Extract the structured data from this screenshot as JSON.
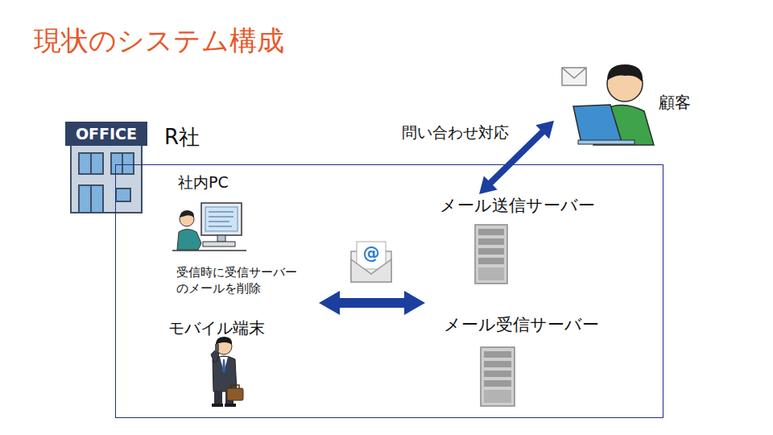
{
  "diagram": {
    "title": "現状のシステム構成",
    "nodes": [
      {
        "text": [
          "R社"
        ]
      },
      {
        "text": [
          "社内PC",
          "受信時に受信サーバー のメールを削除"
        ],
        "in": 0
      },
      {
        "text": [
          "モバイル端末"
        ],
        "in": 0
      },
      {
        "text": [
          "メール送信サーバー"
        ],
        "in": 0
      },
      {
        "text": [
          "メール受信サーバー"
        ],
        "in": 0
      },
      {
        "text": [
          "顧客"
        ]
      }
    ],
    "edges": [
      {
        "from": 5,
        "to": 3,
        "label": "問い合わせ対応",
        "arrow": "both"
      },
      {
        "from": 1,
        "to": 4,
        "arrow": "both"
      }
    ],
    "labels": [
      "OFFICE",
      "@"
    ]
  }
}
